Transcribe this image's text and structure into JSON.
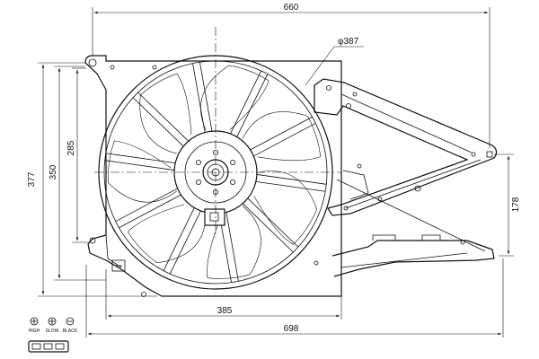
{
  "drawing": {
    "dimensions": {
      "overall_width": "660",
      "fan_diameter": "φ387",
      "height_total": "377",
      "height_mid": "350",
      "height_inner": "285",
      "shroud_width": "385",
      "bottom_width": "698",
      "bracket_height": "178"
    },
    "connector": {
      "pins": [
        {
          "symbol": "⊕",
          "label": "HIGH"
        },
        {
          "symbol": "⊕",
          "label": "SLOW"
        },
        {
          "symbol": "⊖",
          "label": "BLACK"
        }
      ]
    }
  }
}
